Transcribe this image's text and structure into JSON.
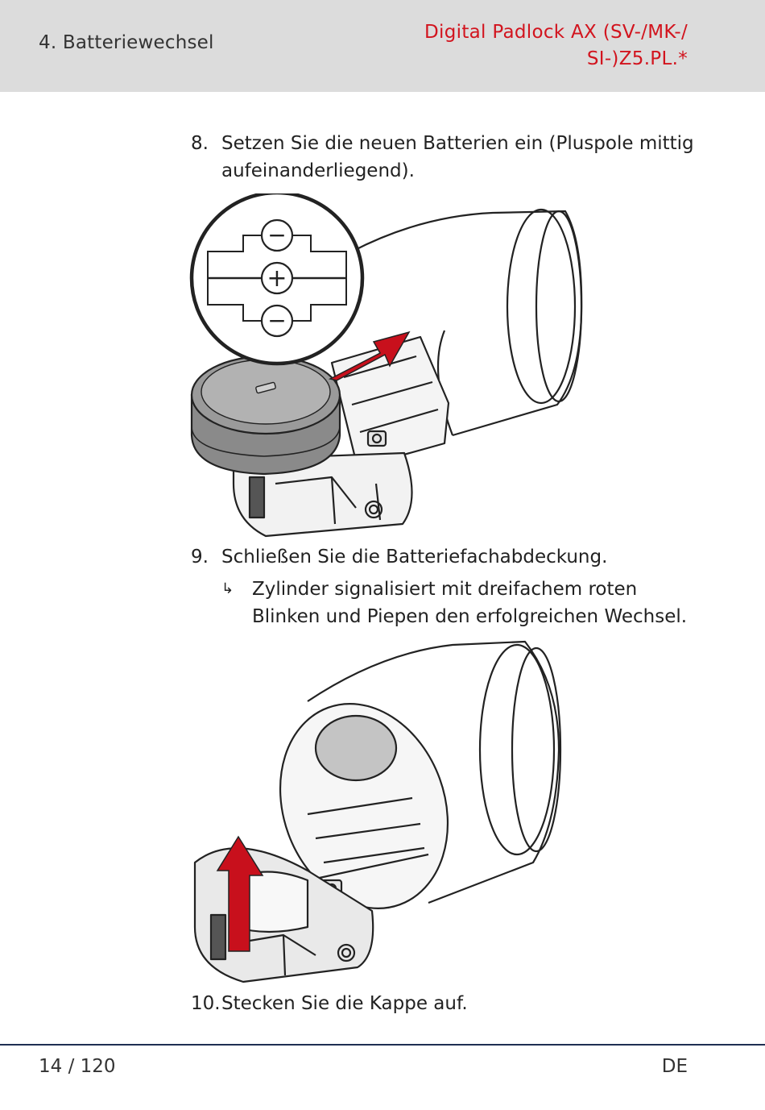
{
  "header": {
    "section": "4. Batteriewechsel",
    "doc_title_line1": "Digital Padlock AX (SV-/MK-/",
    "doc_title_line2": "SI-)Z5.PL.*",
    "accent_color": "#d2141e"
  },
  "steps": [
    {
      "num": "8.",
      "text": "Setzen Sie die neuen Batterien ein (Pluspole mittig aufeinanderliegend)."
    },
    {
      "num": "9.",
      "text": "Schließen Sie die Batteriefachabdeckung."
    },
    {
      "num": "10.",
      "text": "Stecken Sie die Kappe auf."
    }
  ],
  "result": {
    "icon": "result-arrow-icon",
    "arrow_glyph": "↳",
    "text": "Zylinder signalisiert mit dreifachem roten Blinken und Piepen den erfolgreichen Wechsel."
  },
  "figure1": {
    "symbol_minus_top": "−",
    "symbol_plus": "+",
    "symbol_minus_bottom": "−",
    "arrow_color": "#c8101c"
  },
  "figure2": {
    "arrow_color": "#c8101c"
  },
  "footer": {
    "page": "14 / 120",
    "language": "DE"
  }
}
